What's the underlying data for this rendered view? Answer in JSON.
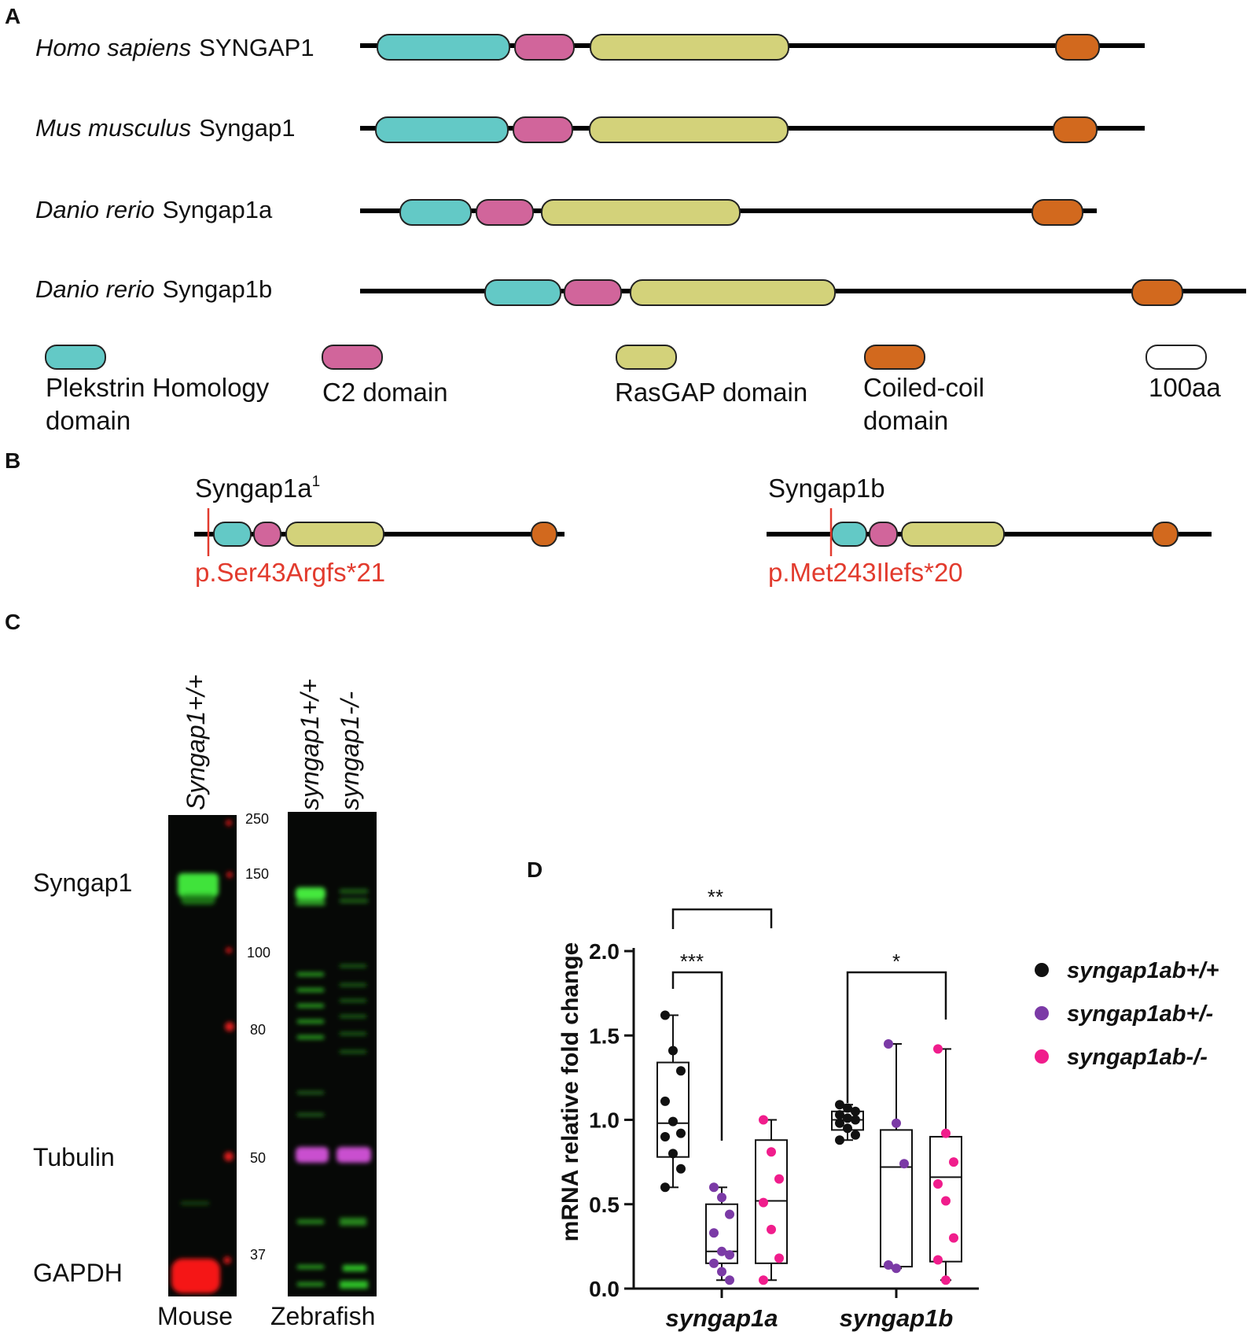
{
  "panels": {
    "a": "A",
    "b": "B",
    "c": "C",
    "d": "D"
  },
  "colors": {
    "ph": "#63c9c6",
    "c2": "#d1659b",
    "rasgap": "#d3d27a",
    "coiled": "#d2691e",
    "mutation": "#e23b2e",
    "wt": "#111111",
    "het": "#7b3aa6",
    "ko": "#f01d8c"
  },
  "panel_a": {
    "proteins": [
      {
        "species": "Homo sapiens",
        "gene": "SYNGAP1"
      },
      {
        "species": "Mus musculus",
        "gene": "Syngap1"
      },
      {
        "species": "Danio rerio",
        "gene": "Syngap1a"
      },
      {
        "species": "Danio rerio",
        "gene": "Syngap1b"
      }
    ],
    "legend": [
      {
        "line1": "Plekstrin Homology",
        "line2": "domain",
        "color_key": "ph"
      },
      {
        "line1": "C2 domain",
        "line2": "",
        "color_key": "c2"
      },
      {
        "line1": "RasGAP domain",
        "line2": "",
        "color_key": "rasgap"
      },
      {
        "line1": "Coiled-coil",
        "line2": "domain",
        "color_key": "coiled"
      },
      {
        "line1": "100aa",
        "line2": "",
        "color_key": "scale"
      }
    ]
  },
  "panel_b": {
    "left": {
      "name": "Syngap1a",
      "superscript": "1",
      "mutation": "p.Ser43Argfs*21"
    },
    "right": {
      "name": "Syngap1b",
      "superscript": "",
      "mutation": "p.Met243Ilefs*20"
    }
  },
  "panel_c": {
    "lanes": [
      "Syngap1+/+",
      "syngap1+/+",
      "syngap1-/-"
    ],
    "bands": [
      "Syngap1",
      "Tubulin",
      "GAPDH"
    ],
    "markers": [
      "250",
      "150",
      "100",
      "80",
      "50",
      "37"
    ],
    "groups": [
      "Mouse",
      "Zebrafish"
    ]
  },
  "panel_d": {
    "legend": [
      {
        "label": "syngap1ab+/+",
        "color_key": "wt"
      },
      {
        "label": "syngap1ab+/-",
        "color_key": "het"
      },
      {
        "label": "syngap1ab-/-",
        "color_key": "ko"
      }
    ],
    "significance": [
      "**",
      "***",
      "*"
    ]
  },
  "chart_data": {
    "type": "box",
    "ylabel": "mRNA relative fold change",
    "ylim": [
      0.0,
      2.0
    ],
    "yticks": [
      "0.0",
      "0.5",
      "1.0",
      "1.5",
      "2.0"
    ],
    "categories": [
      "syngap1a",
      "syngap1b"
    ],
    "series": [
      {
        "name": "syngap1ab+/+",
        "values_by_category": [
          [
            1.62,
            1.41,
            1.29,
            1.11,
            0.99,
            0.92,
            0.9,
            0.8,
            0.71,
            0.6
          ],
          [
            1.09,
            1.07,
            1.05,
            1.03,
            1.01,
            1.0,
            0.98,
            0.95,
            0.91,
            0.88
          ]
        ],
        "box": [
          {
            "min": 0.6,
            "q1": 0.78,
            "median": 0.98,
            "q3": 1.34,
            "max": 1.62
          },
          {
            "min": 0.88,
            "q1": 0.94,
            "median": 1.0,
            "q3": 1.05,
            "max": 1.09
          }
        ]
      },
      {
        "name": "syngap1ab+/-",
        "values_by_category": [
          [
            0.6,
            0.54,
            0.44,
            0.33,
            0.22,
            0.2,
            0.15,
            0.1,
            0.05
          ],
          [
            1.45,
            0.98,
            0.74,
            0.14,
            0.12
          ]
        ],
        "box": [
          {
            "min": 0.05,
            "q1": 0.15,
            "median": 0.22,
            "q3": 0.5,
            "max": 0.6
          },
          {
            "min": 0.12,
            "q1": 0.13,
            "median": 0.72,
            "q3": 0.94,
            "max": 1.45
          }
        ]
      },
      {
        "name": "syngap1ab-/-",
        "values_by_category": [
          [
            1.0,
            0.81,
            0.65,
            0.51,
            0.35,
            0.18,
            0.05
          ],
          [
            1.42,
            0.92,
            0.75,
            0.62,
            0.52,
            0.3,
            0.17,
            0.05
          ]
        ],
        "box": [
          {
            "min": 0.05,
            "q1": 0.15,
            "median": 0.52,
            "q3": 0.88,
            "max": 1.0
          },
          {
            "min": 0.05,
            "q1": 0.16,
            "median": 0.66,
            "q3": 0.9,
            "max": 1.42
          }
        ]
      }
    ]
  }
}
